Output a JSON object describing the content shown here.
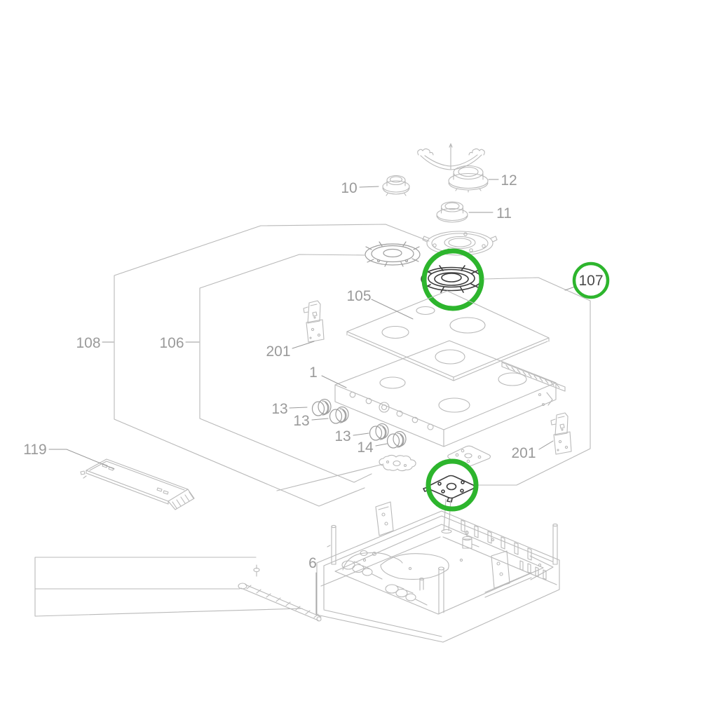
{
  "diagram": {
    "kind": "appliance-exploded-parts-diagram",
    "subject": "built-in gas hob spare parts drawing",
    "selected_part": "107",
    "colors": {
      "highlight": "#2db52d",
      "line_art": "#b9b9b9",
      "dark_part": "#3d3d3d",
      "label": "#9a9a9a"
    },
    "highlights": [
      "burner-body-top",
      "burner-mounting-plate-bottom",
      "label-107-badge"
    ],
    "labels": {
      "p10": "10",
      "p12": "12",
      "p11": "11",
      "p105": "105",
      "p107": "107",
      "p108": "108",
      "p106": "106",
      "p201_left": "201",
      "p201_right": "201",
      "p1": "1",
      "p13_a": "13",
      "p13_b": "13",
      "p13_c": "13",
      "p14": "14",
      "p119": "119",
      "p6": "6"
    }
  }
}
